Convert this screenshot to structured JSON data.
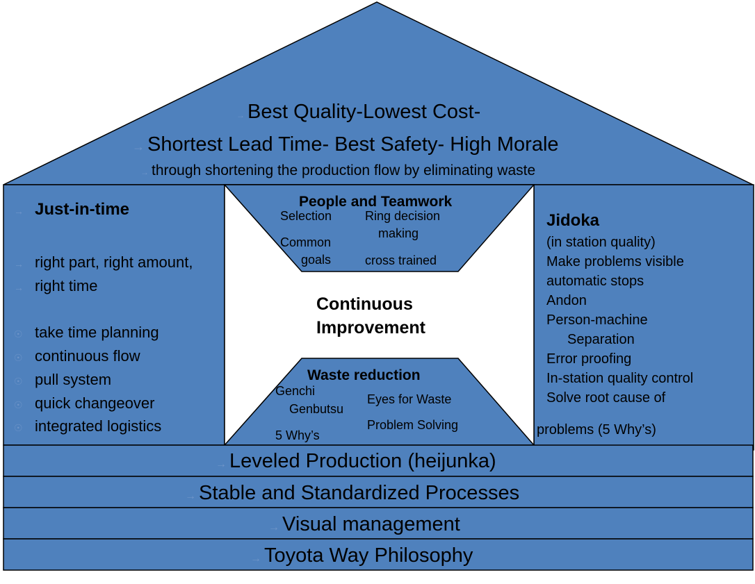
{
  "colors": {
    "fill": "#4f81bd",
    "stroke": "#000000",
    "bullet": "#6f95c9",
    "center": "#ffffff"
  },
  "icons": {
    "bullet_arrow": "arrow-right-icon",
    "bullet_dot": "circle-bullet-icon"
  },
  "roof": {
    "line1": "Best Quality-Lowest Cost-",
    "line2": "Shortest Lead Time- Best Safety- High Morale",
    "line3": "through shortening the production flow by eliminating waste"
  },
  "left_pillar": {
    "title": "Just-in-time",
    "right_lines": [
      "right part, right amount,",
      "right time"
    ],
    "items": [
      "take time planning",
      "continuous flow",
      "pull system",
      "quick changeover",
      "integrated logistics"
    ]
  },
  "right_pillar": {
    "title": "Jidoka",
    "lines": [
      "(in station quality)",
      "Make problems visible",
      "automatic stops",
      "Andon",
      "Person-machine",
      "Separation",
      "Error proofing",
      "In-station quality control",
      "Solve root cause of",
      "problems (5 Why’s)"
    ]
  },
  "top_trapezoid": {
    "title": "People and Teamwork",
    "selection": "Selection",
    "ring_decision_1": "Ring decision",
    "ring_decision_2": "making",
    "common_goals_1": "Common",
    "common_goals_2": "goals",
    "cross_trained": "cross trained"
  },
  "center": {
    "line1": "Continuous",
    "line2": "Improvement"
  },
  "bottom_trapezoid": {
    "title": "Waste reduction",
    "genchi_1": "Genchi",
    "genchi_2": "Genbutsu",
    "eyes_for_waste": "Eyes for Waste",
    "problem_solving": "Problem Solving",
    "five_whys": "5 Why’s"
  },
  "foundation": [
    "Leveled Production (heijunka)",
    "Stable and Standardized Processes",
    "Visual management",
    "Toyota Way Philosophy"
  ]
}
